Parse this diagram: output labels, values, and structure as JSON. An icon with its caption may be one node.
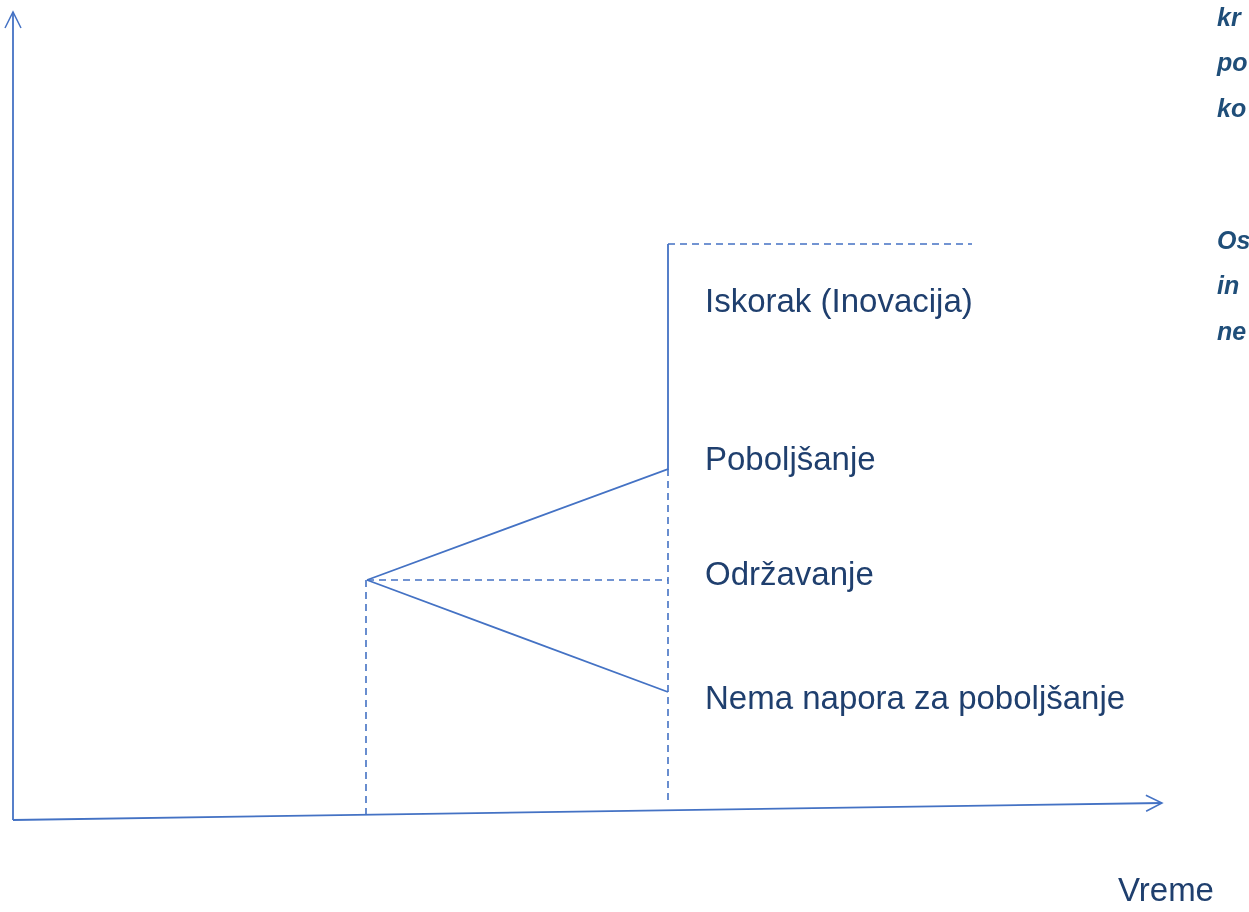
{
  "diagram": {
    "labels": [
      "kr",
      "po",
      "ko",
      "Os",
      "in",
      "ne",
      "Iskorak (Inovacija)",
      "Poboljšanje",
      "Održavanje",
      "Nema napora za poboljšanje",
      "Vreme"
    ]
  }
}
